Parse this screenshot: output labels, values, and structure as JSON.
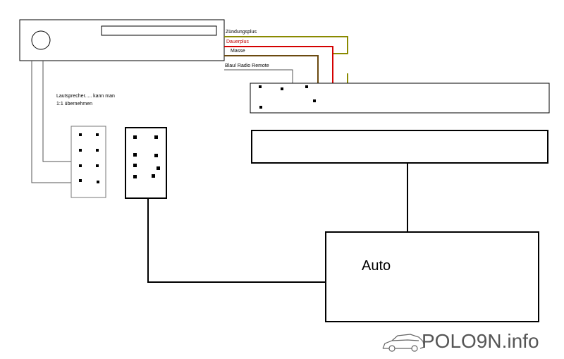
{
  "labels": {
    "zuendungsplus": "Zündungsplus",
    "dauerplus": "Dauerplus",
    "masse": "Masse",
    "remote": "Blau/ Radio Remote",
    "lautsprecher_line1": "Lautsprecher..... kann man",
    "lautsprecher_line2": "1:1 übernehmen",
    "auto": "Auto"
  },
  "logo": {
    "text": "POLO9N.info",
    "icon": "car-outline-icon"
  },
  "colors": {
    "zuendungsplus_wire": "#8a8a00",
    "dauerplus_wire": "#d40000",
    "masse_wire": "#6b4a10",
    "remote_wire": "#555555",
    "dauerplus_text": "#c00000"
  }
}
